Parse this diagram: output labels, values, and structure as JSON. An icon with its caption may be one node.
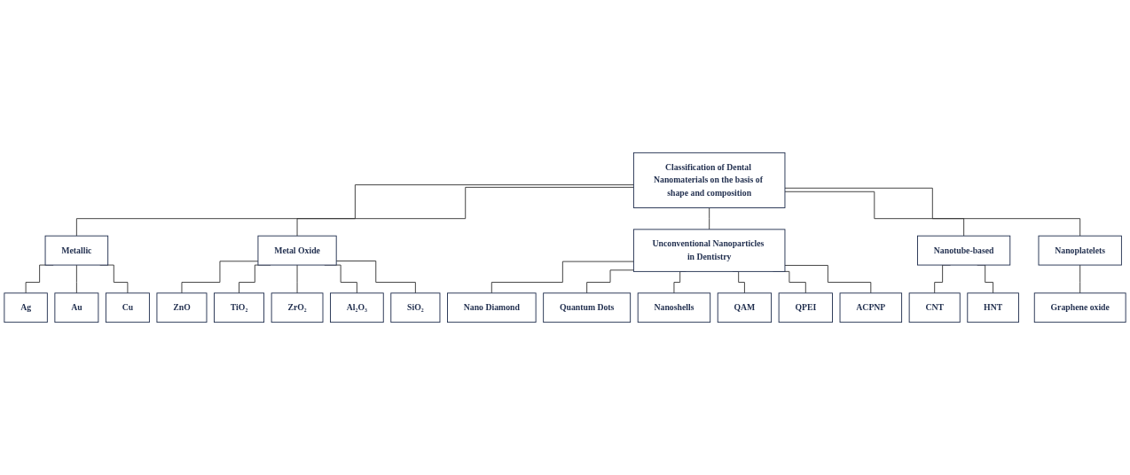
{
  "diagram": {
    "nodes": [
      {
        "text": [
          "Classification of Dental Nanomaterials on the basis of shape and composition"
        ]
      },
      {
        "text": [
          "Metallic"
        ]
      },
      {
        "text": [
          "Ag"
        ]
      },
      {
        "text": [
          "Au"
        ]
      },
      {
        "text": [
          "Cu"
        ]
      },
      {
        "text": [
          "Metal Oxide"
        ]
      },
      {
        "text": [
          "ZnO"
        ]
      },
      {
        "text": [
          "TiO₂"
        ]
      },
      {
        "text": [
          "ZrO₂"
        ]
      },
      {
        "text": [
          "Al₂O₃"
        ]
      },
      {
        "text": [
          "SiO₂"
        ]
      },
      {
        "text": [
          "Unconventional Nanoparticles in Dentistry"
        ]
      },
      {
        "text": [
          "Nano Diamond"
        ]
      },
      {
        "text": [
          "Quantum Dots"
        ]
      },
      {
        "text": [
          "Nanoshells"
        ]
      },
      {
        "text": [
          "QAM"
        ]
      },
      {
        "text": [
          "QPEI"
        ]
      },
      {
        "text": [
          "ACPNP"
        ]
      },
      {
        "text": [
          "Nanotube-based"
        ]
      },
      {
        "text": [
          "CNT"
        ]
      },
      {
        "text": [
          "HNT"
        ]
      },
      {
        "text": [
          "Nanoplatelets"
        ]
      },
      {
        "text": [
          "Graphene oxide"
        ]
      }
    ],
    "edges": [
      {
        "from": 0,
        "to": 1,
        "arrow": "none"
      },
      {
        "from": 0,
        "to": 5,
        "arrow": "none"
      },
      {
        "from": 0,
        "to": 11,
        "arrow": "none"
      },
      {
        "from": 0,
        "to": 18,
        "arrow": "none"
      },
      {
        "from": 0,
        "to": 21,
        "arrow": "none"
      },
      {
        "from": 1,
        "to": 2,
        "arrow": "none"
      },
      {
        "from": 1,
        "to": 3,
        "arrow": "none"
      },
      {
        "from": 1,
        "to": 4,
        "arrow": "none"
      },
      {
        "from": 5,
        "to": 6,
        "arrow": "none"
      },
      {
        "from": 5,
        "to": 7,
        "arrow": "none"
      },
      {
        "from": 5,
        "to": 8,
        "arrow": "none"
      },
      {
        "from": 5,
        "to": 9,
        "arrow": "none"
      },
      {
        "from": 5,
        "to": 10,
        "arrow": "none"
      },
      {
        "from": 11,
        "to": 12,
        "arrow": "none"
      },
      {
        "from": 11,
        "to": 13,
        "arrow": "none"
      },
      {
        "from": 11,
        "to": 14,
        "arrow": "none"
      },
      {
        "from": 11,
        "to": 15,
        "arrow": "none"
      },
      {
        "from": 11,
        "to": 16,
        "arrow": "none"
      },
      {
        "from": 11,
        "to": 17,
        "arrow": "none"
      },
      {
        "from": 18,
        "to": 19,
        "arrow": "none"
      },
      {
        "from": 18,
        "to": 20,
        "arrow": "none"
      },
      {
        "from": 21,
        "to": 22,
        "arrow": "none"
      }
    ]
  }
}
